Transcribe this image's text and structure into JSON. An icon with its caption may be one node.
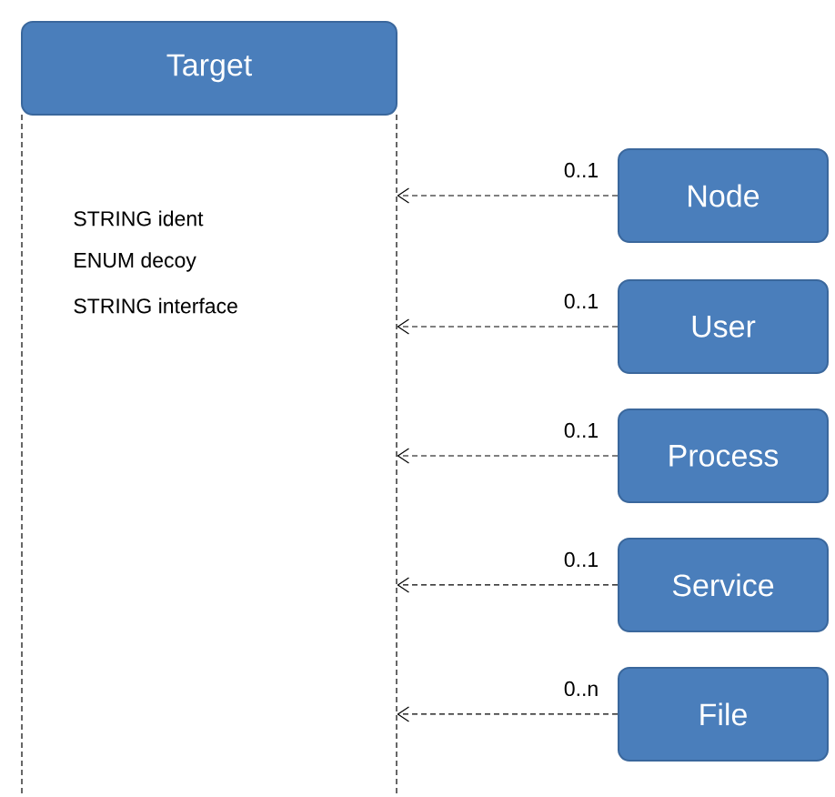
{
  "diagram": {
    "nodes": [
      {
        "text": [
          "Target",
          "STRING ident",
          "ENUM decoy",
          "STRING interface"
        ]
      },
      {
        "text": [
          "Node"
        ]
      },
      {
        "text": [
          "User"
        ]
      },
      {
        "text": [
          "Process"
        ]
      },
      {
        "text": [
          "Service"
        ]
      },
      {
        "text": [
          "File"
        ]
      }
    ],
    "edges": [
      {
        "from": 1,
        "to": 0,
        "arrow": "to",
        "label": "0..1",
        "style": "dashed"
      },
      {
        "from": 2,
        "to": 0,
        "arrow": "to",
        "label": "0..1",
        "style": "dashed"
      },
      {
        "from": 3,
        "to": 0,
        "arrow": "to",
        "label": "0..1",
        "style": "dashed"
      },
      {
        "from": 4,
        "to": 0,
        "arrow": "to",
        "label": "0..1",
        "style": "dashed"
      },
      {
        "from": 5,
        "to": 0,
        "arrow": "to",
        "label": "0..n",
        "style": "dashed"
      }
    ]
  }
}
